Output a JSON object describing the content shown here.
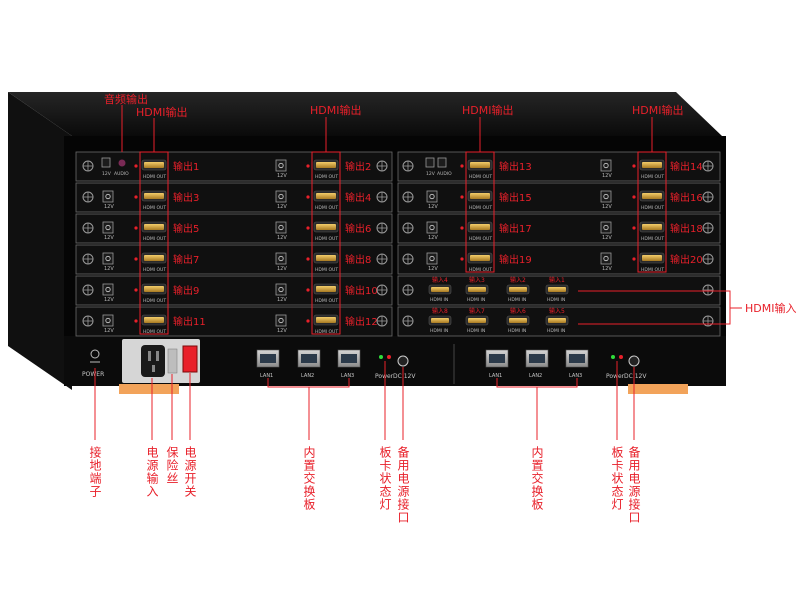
{
  "top_labels": {
    "audio_out": "音频输出",
    "hdmi_out": "HDMI输出"
  },
  "left_outputs": [
    "输出1",
    "输出3",
    "输出5",
    "输出7",
    "输出9",
    "输出11"
  ],
  "mid_outputs": [
    "输出2",
    "输出4",
    "输出6",
    "输出8",
    "输出10",
    "输出12"
  ],
  "right_left_outputs": [
    "输出13",
    "输出15",
    "输出17",
    "输出19"
  ],
  "right_right_outputs": [
    "输出14",
    "输出16",
    "输出18",
    "输出20"
  ],
  "inputs_row1": [
    "输入4",
    "输入3",
    "输入2",
    "输入1"
  ],
  "inputs_row2": [
    "输入8",
    "输入7",
    "输入6",
    "输入5"
  ],
  "hdmi_input_label": "HDMI输入",
  "small_text": {
    "v12": "12V",
    "audio": "AUDIO",
    "hdmi_out": "HDMI OUT",
    "hdmi_in": "HDMI IN",
    "power": "POWER",
    "lan1": "LAN1",
    "lan2": "LAN2",
    "lan3": "LAN3",
    "power_led": "Power",
    "dc12v": "DC 12V"
  },
  "bottom_labels": {
    "ground": "接地端子",
    "power_input": "电源输入",
    "fuse": "保险丝",
    "power_switch": "电源开关",
    "switch_board": "内置交换板",
    "card_led": "板卡状态灯",
    "backup_power": "备用电源接口"
  },
  "colors": {
    "label": "#e8202a",
    "panel": "#0c0c0c",
    "hdmi_gold": "#d4a640",
    "foot": "#f2a35a"
  }
}
